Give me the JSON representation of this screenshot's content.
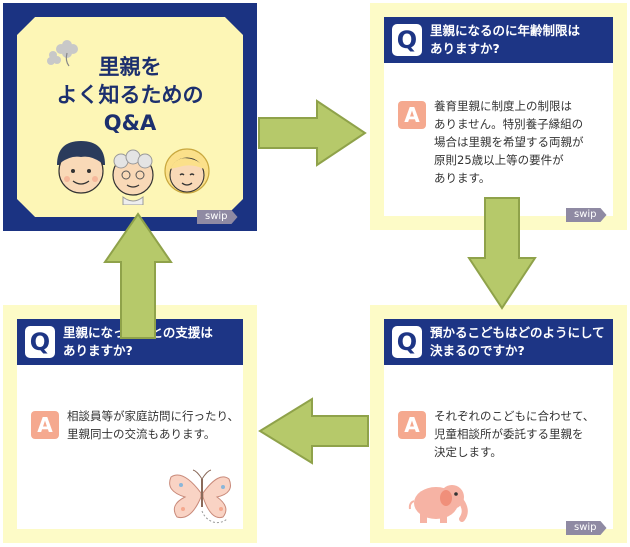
{
  "cover": {
    "title_line1": "里親を",
    "title_line2": "よく知るための",
    "title_line3": "Q&A",
    "swip_label": "swip"
  },
  "cards": {
    "age_limit": {
      "q_badge": "Q",
      "question_line1": "里親になるのに年齢制限は",
      "question_line2": "ありますか?",
      "a_badge": "A",
      "answer_lines": [
        "養育里親に制度上の制限は",
        "ありません。特別養子縁組の",
        "場合は里親を希望する両親が",
        "原則25歳以上等の要件が",
        "あります。"
      ],
      "swip_label": "swip"
    },
    "placement": {
      "q_badge": "Q",
      "question_line1": "預かるこどもはどのようにして",
      "question_line2": "決まるのですか?",
      "a_badge": "A",
      "answer_lines": [
        "それぞれのこどもに合わせて、",
        "児童相談所が委託する里親を",
        "決定します。"
      ],
      "swip_label": "swip"
    },
    "support": {
      "q_badge": "Q",
      "question_line1": "里親になったあとの支援は",
      "question_line2": "ありますか?",
      "a_badge": "A",
      "answer_lines": [
        "相談員等が家庭訪問に行ったり、",
        "里親同士の交流もあります。"
      ]
    }
  },
  "colors": {
    "navy": "#1d3585",
    "cream": "#fdf6b6",
    "arrow_fill": "#b6c96a",
    "arrow_stroke": "#8fa24a",
    "answer_badge": "#f5a98f"
  }
}
